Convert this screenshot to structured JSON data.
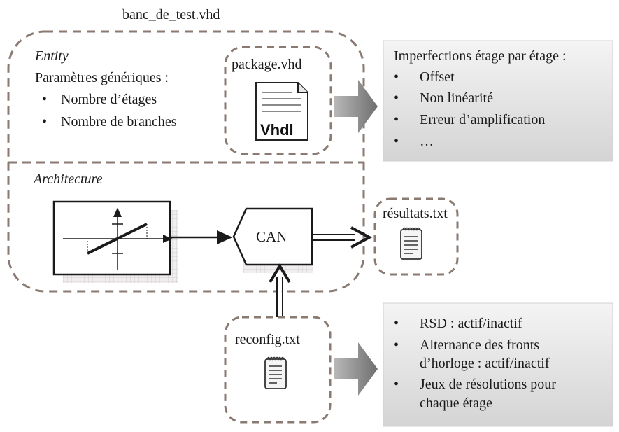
{
  "testbench": {
    "filename": "banc_de_test.vhd"
  },
  "entity": {
    "title": "Entity",
    "generic_params_heading": "Paramètres génériques :",
    "generic_params": [
      "Nombre d’étages",
      "Nombre de branches"
    ],
    "package": {
      "filename": "package.vhd",
      "icon_label": "Vhdl",
      "icon": "vhdl-file-icon"
    }
  },
  "imperfections": {
    "heading": "Imperfections étage par étage :",
    "items": [
      "Offset",
      "Non linéarité",
      "Erreur d’amplification",
      "…"
    ]
  },
  "architecture": {
    "title": "Architecture",
    "stage_block": {
      "icon": "transfer-function-icon"
    },
    "can_label": "CAN"
  },
  "results": {
    "filename": "résultats.txt",
    "icon": "notepad-icon"
  },
  "reconfig": {
    "filename": "reconfig.txt",
    "icon": "notepad-icon",
    "options": [
      [
        "RSD : actif/inactif"
      ],
      [
        "Alternance des fronts",
        "d’horloge : actif/inactif"
      ],
      [
        "Jeux de résolutions pour",
        "chaque étage"
      ]
    ]
  },
  "colors": {
    "dashed_border": "#8a7a72",
    "panel_gray_light": "#f2f2f2",
    "panel_gray_dark": "#d6d6d6",
    "arrow_gray": "#9a9a9a"
  }
}
